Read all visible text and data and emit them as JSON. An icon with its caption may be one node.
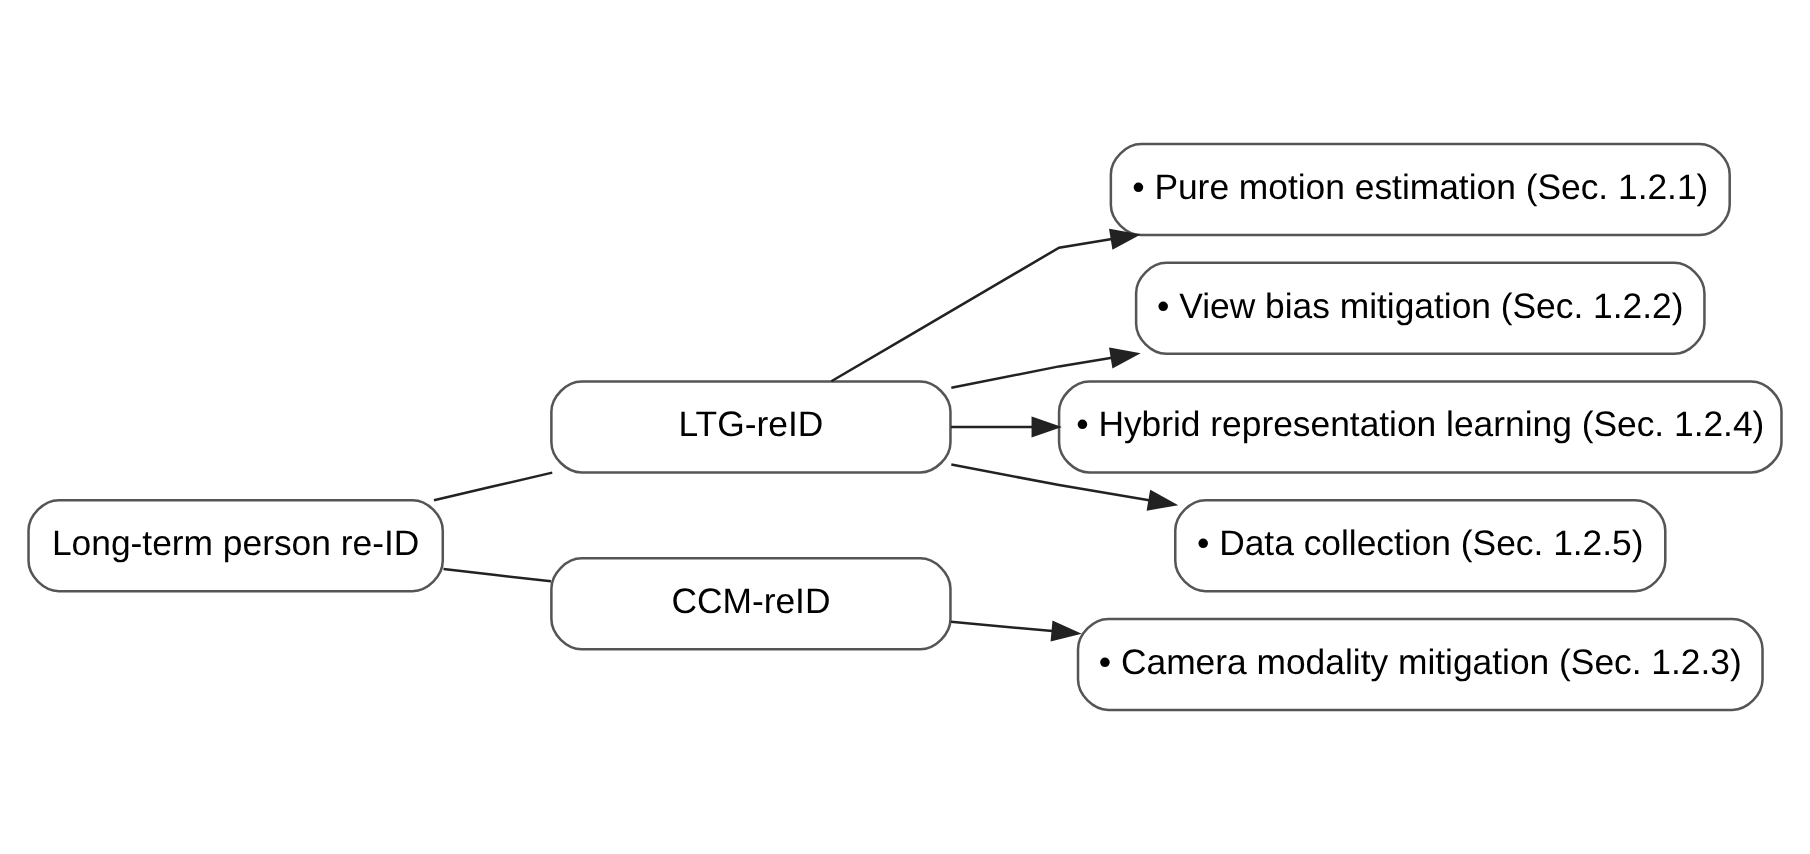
{
  "diagram": {
    "nodes": [
      {
        "text": [
          "Long-term person re-ID"
        ]
      },
      {
        "text": [
          "LTG-reID"
        ]
      },
      {
        "text": [
          "CCM-reID"
        ]
      },
      {
        "text": [
          "• Pure motion estimation (Sec. 1.2.1)"
        ]
      },
      {
        "text": [
          "• View bias mitigation (Sec. 1.2.2)"
        ]
      },
      {
        "text": [
          "• Hybrid representation learning (Sec. 1.2.4)"
        ]
      },
      {
        "text": [
          "• Data collection (Sec. 1.2.5)"
        ]
      },
      {
        "text": [
          "• Camera modality mitigation (Sec. 1.2.3)"
        ]
      }
    ],
    "edges": [
      {
        "from": 0,
        "to": 1,
        "arrow": "none"
      },
      {
        "from": 0,
        "to": 2,
        "arrow": "none"
      },
      {
        "from": 1,
        "to": 3,
        "arrow": "to"
      },
      {
        "from": 1,
        "to": 4,
        "arrow": "to"
      },
      {
        "from": 1,
        "to": 5,
        "arrow": "to"
      },
      {
        "from": 1,
        "to": 6,
        "arrow": "to"
      },
      {
        "from": 2,
        "to": 7,
        "arrow": "to"
      }
    ]
  }
}
